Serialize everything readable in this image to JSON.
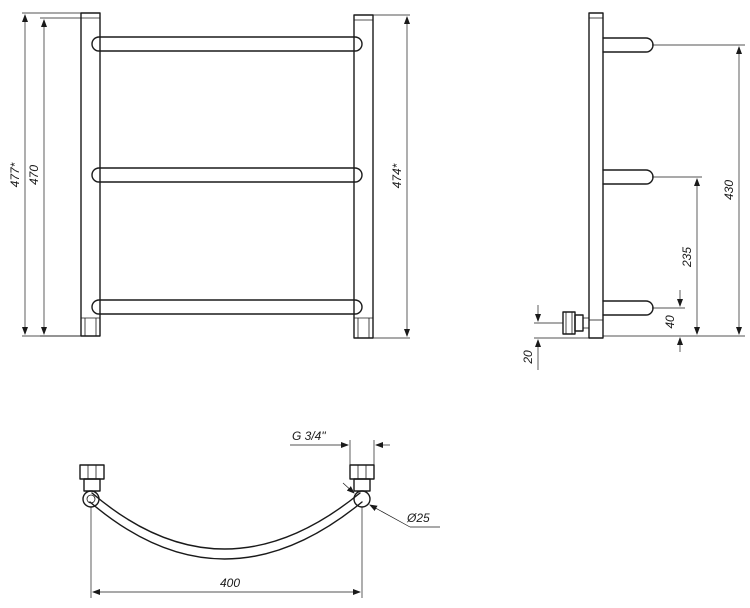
{
  "front_view": {
    "dim_left_outer": "477*",
    "dim_left_inner": "470",
    "dim_right": "474*"
  },
  "side_view": {
    "dim_bar_to_top": "430",
    "dim_bar_to_middle": "235",
    "dim_bar_to_bottom": "40",
    "dim_pipe_offset": "20"
  },
  "top_view": {
    "thread_label": "G 3/4\"",
    "pipe_diameter": "Ø25",
    "width": "400"
  }
}
